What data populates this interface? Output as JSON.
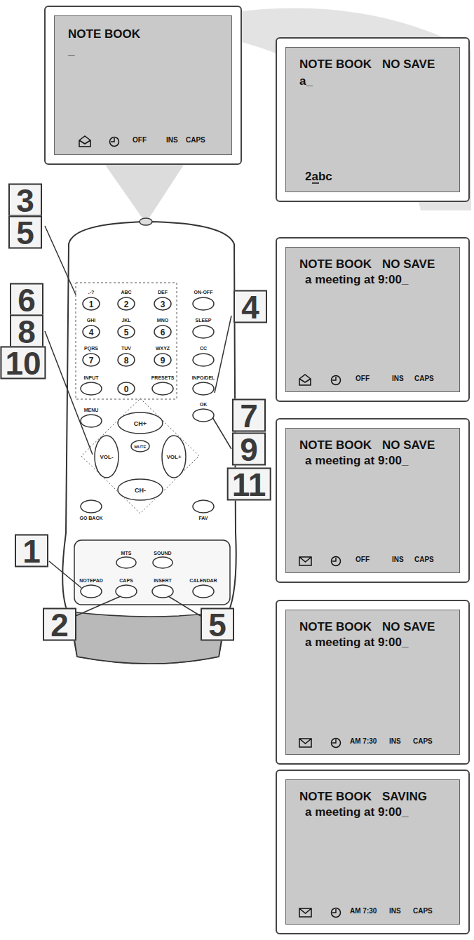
{
  "diagram": {
    "nodes": [
      {
        "text": [
          "NOTE BOOK",
          "_",
          "OFF",
          "INS",
          "CAPS"
        ]
      },
      {
        "text": [
          "NOTE BOOK",
          "NO SAVE",
          "a_",
          "2abc"
        ]
      },
      {
        "text": [
          "NOTE BOOK",
          "NO SAVE",
          "a meeting at 9:00_",
          "OFF",
          "INS",
          "CAPS"
        ]
      },
      {
        "text": [
          "NOTE BOOK",
          "NO SAVE",
          "a meeting at 9:00_",
          "OFF",
          "INS",
          "CAPS"
        ]
      },
      {
        "text": [
          "NOTE BOOK",
          "NO SAVE",
          "a meeting at 9:00_",
          "AM 7:30",
          "INS",
          "CAPS"
        ]
      },
      {
        "text": [
          "NOTE BOOK",
          "SAVING",
          "a meeting at 9:00_",
          "AM 7:30",
          "INS",
          "CAPS"
        ]
      }
    ],
    "labels": [
      "3",
      "5",
      "6",
      "8",
      "10",
      "4",
      "7",
      "9",
      "11",
      "1",
      "2",
      "5",
      ".-?",
      "ABC",
      "DEF",
      "ON-OFF",
      "GHI",
      "JKL",
      "MNO",
      "SLEEP",
      "PQRS",
      "TUV",
      "WXYZ",
      "CC",
      "INPUT",
      "PRESETS",
      "INFO/DEL",
      "MENU",
      "OK",
      "GO BACK",
      "FAV",
      "MTS",
      "SOUND",
      "NOTEPAD",
      "CAPS",
      "INSERT",
      "CALENDAR",
      "1",
      "2",
      "3",
      "4",
      "5",
      "6",
      "7",
      "8",
      "9",
      "0",
      "CH+",
      "VOL-",
      "MUTE",
      "VOL+",
      "CH-"
    ]
  }
}
